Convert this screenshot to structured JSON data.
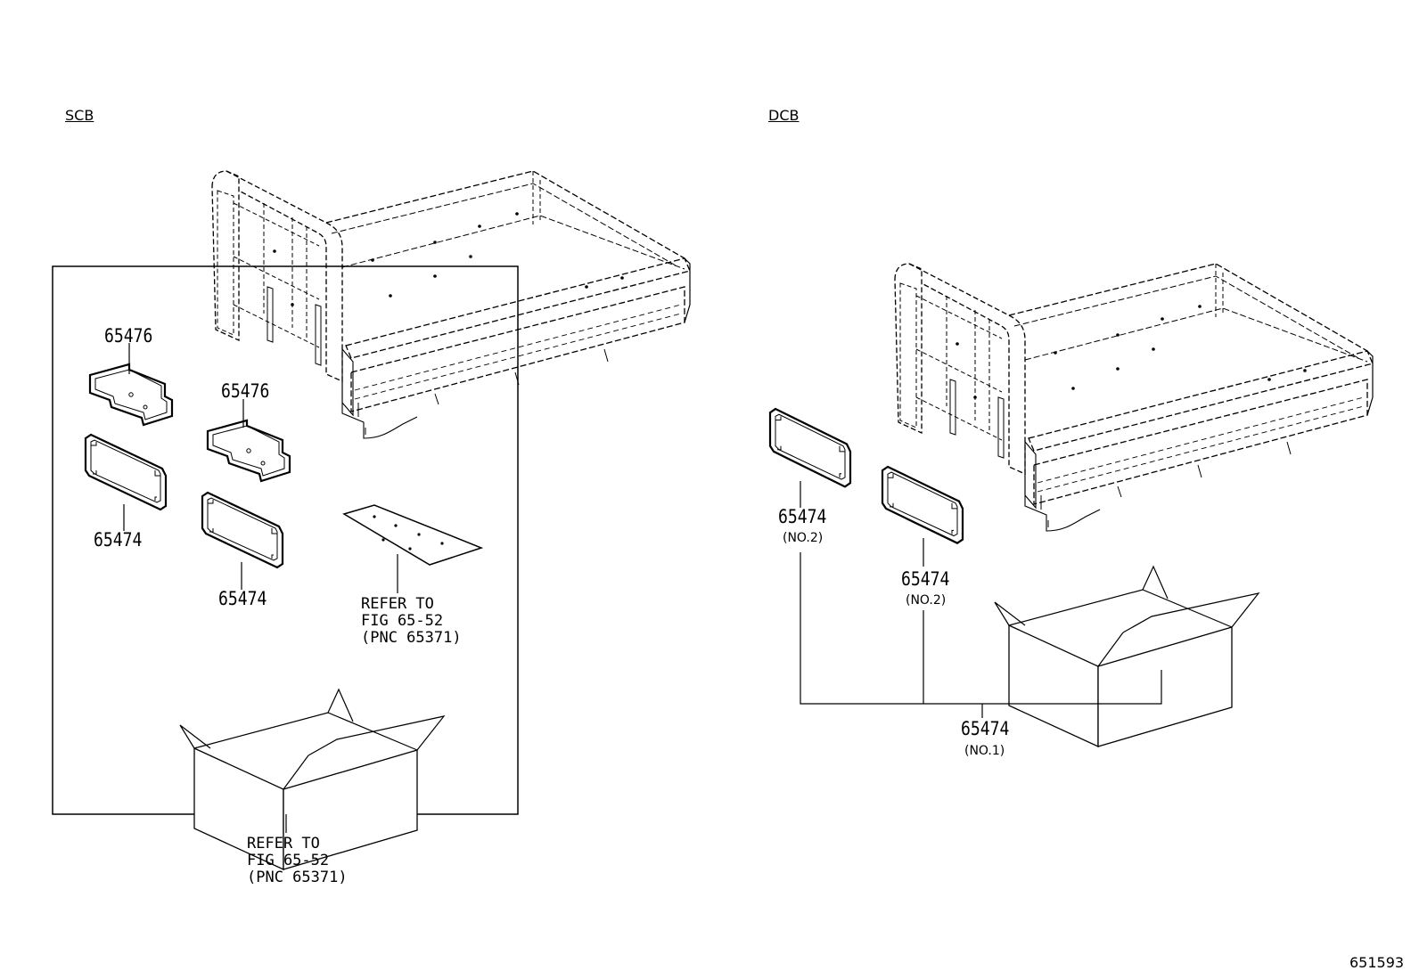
{
  "sections": {
    "scb": "SCB",
    "dcb": "DCB"
  },
  "parts": {
    "scb_65476_a": "65476",
    "scb_65476_b": "65476",
    "scb_65474_a": "65474",
    "scb_65474_b": "65474",
    "dcb_65474_left": "65474",
    "dcb_65474_left_note": "(NO.2)",
    "dcb_65474_mid": "65474",
    "dcb_65474_mid_note": "(NO.2)",
    "dcb_65474_set": "65474",
    "dcb_65474_set_note": "(NO.1)"
  },
  "references": {
    "scb_sheet": [
      "REFER TO",
      "FIG 65-52",
      "(PNC 65371)"
    ],
    "scb_box": [
      "REFER TO",
      "FIG 65-52",
      "(PNC 65371)"
    ]
  },
  "figure_number": "651593"
}
